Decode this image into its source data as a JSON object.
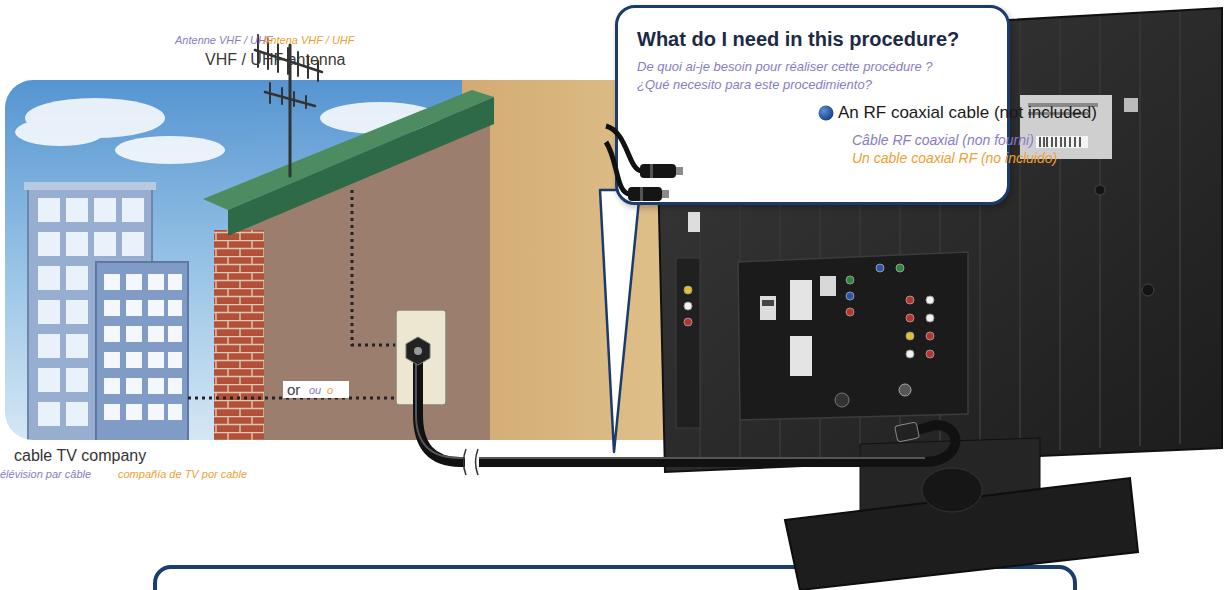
{
  "diagram": {
    "nodes": [
      {
        "text": [
          "What do I need in this procedure?",
          "De quoi ai-je besoin pour réaliser cette procédure ?",
          "¿Qué necesito para este procedimiento?",
          "An RF coaxial cable (not included)",
          "Câble RF coaxial (non fourni)",
          "Un cable coaxial RF (no incluido)"
        ]
      }
    ],
    "labels": [
      "Antenne VHF / UHF",
      "Antena VHF / UHF",
      "VHF / UHF antenna",
      "or",
      "ou",
      "o",
      "cable TV company",
      "élévision par câble",
      "compañía de TV por cable"
    ]
  }
}
